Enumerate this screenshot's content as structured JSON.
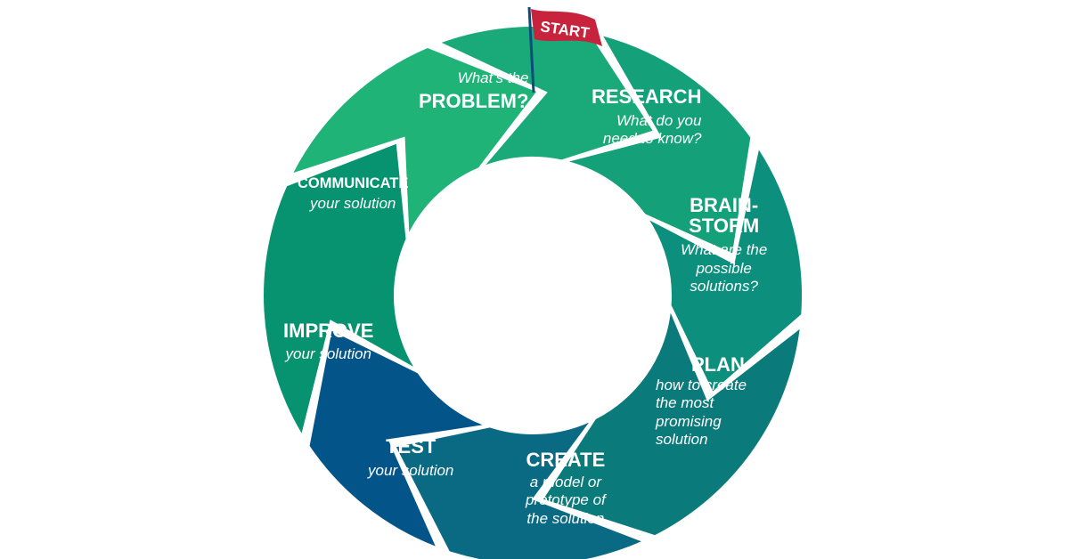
{
  "diagram": {
    "flag_label": "START",
    "colors": {
      "problem": "#07936f",
      "research": "#1fb378",
      "brainstorm": "#1aa978",
      "plan": "#14a079",
      "create": "#0d8f7d",
      "test": "#0b7a7a",
      "improve": "#0b6a83",
      "communicate": "#035489",
      "flag": "#c8233c",
      "pole": "#0a4d7a"
    },
    "steps": [
      {
        "id": "problem",
        "pre": "What's the",
        "title": "PROBLEM?"
      },
      {
        "id": "research",
        "title": "RESEARCH",
        "desc": [
          "What do you",
          "need to know?"
        ]
      },
      {
        "id": "brainstorm",
        "title": [
          "BRAIN-",
          "STORM"
        ],
        "desc": [
          "What are the",
          "possible",
          "solutions?"
        ]
      },
      {
        "id": "plan",
        "title": "PLAN",
        "desc": [
          "how to create",
          "the most",
          "promising",
          "solution"
        ]
      },
      {
        "id": "create",
        "title": "CREATE",
        "desc": [
          "a model or",
          "prototype of",
          "the solution"
        ]
      },
      {
        "id": "test",
        "title": "TEST",
        "desc": [
          "your solution"
        ]
      },
      {
        "id": "improve",
        "title": "IMPROVE",
        "desc": [
          "your solution"
        ]
      },
      {
        "id": "communicate",
        "title": "COMMUNICATE",
        "desc": [
          "your solution"
        ]
      }
    ]
  }
}
